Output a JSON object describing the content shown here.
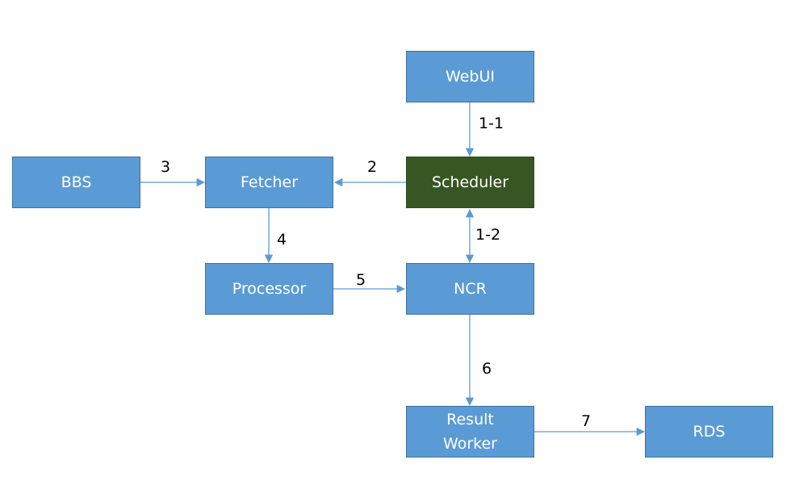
{
  "nodes": {
    "webui": "WebUI",
    "bbs": "BBS",
    "fetcher": "Fetcher",
    "scheduler": "Scheduler",
    "processor": "Processor",
    "ncr": "NCR",
    "result_worker": "Result\nWorker",
    "rds": "RDS"
  },
  "edges": {
    "webui_scheduler": "1-1",
    "scheduler_ncr": "1-2",
    "scheduler_fetcher": "2",
    "bbs_fetcher": "3",
    "fetcher_processor": "4",
    "processor_ncr": "5",
    "ncr_result_worker": "6",
    "result_worker_rds": "7"
  },
  "colors": {
    "node_fill": "#5b9bd5",
    "highlight_fill": "#375623",
    "edge": "#5b9bd5"
  }
}
